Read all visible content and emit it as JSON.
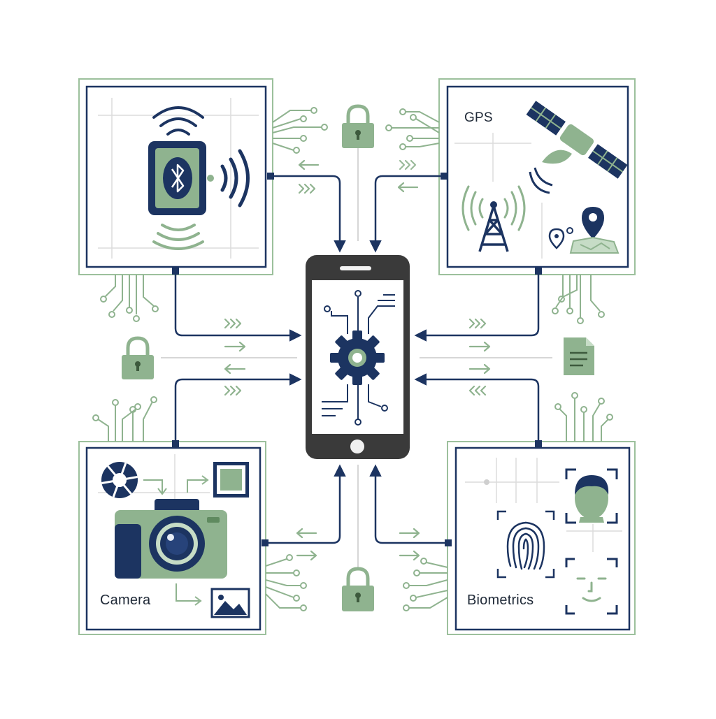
{
  "colors": {
    "navy": "#1c3461",
    "green": "#8fb38f",
    "green_dark": "#6d9a6d",
    "frame": "#9cc09c",
    "phone": "#3a3a3a",
    "grid": "#d6d6d6"
  },
  "labels": {
    "gps": "GPS",
    "camera": "Camera",
    "biometrics": "Biometrics"
  },
  "icons": {
    "bluetooth_panel": [
      "wifi-icon",
      "bluetooth-device-icon",
      "signal-waves-icon"
    ],
    "gps_panel": [
      "satellite-icon",
      "cell-tower-icon",
      "map-pin-icon",
      "map-icon"
    ],
    "camera_panel": [
      "aperture-icon",
      "camera-icon",
      "image-icon",
      "photo-frame-icon"
    ],
    "biometrics_panel": [
      "face-scan-icon",
      "fingerprint-icon",
      "face-recognition-icon"
    ],
    "center": [
      "smartphone-icon",
      "gear-icon"
    ],
    "security": [
      "lock-icon",
      "document-icon"
    ]
  }
}
